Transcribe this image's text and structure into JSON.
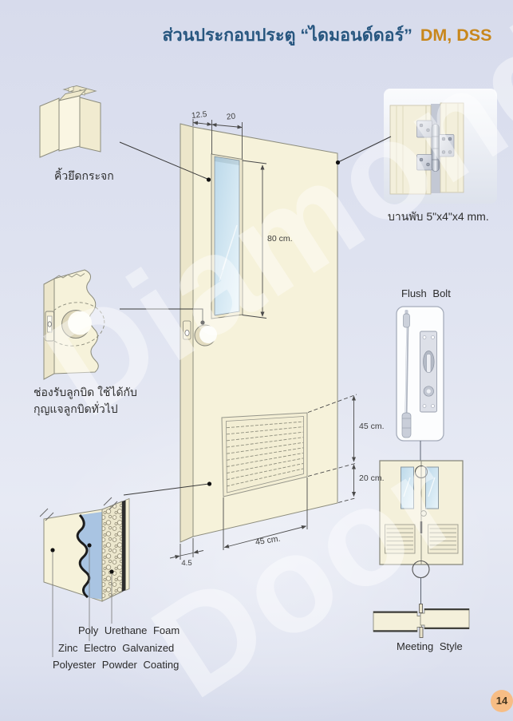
{
  "title": {
    "thai": "ส่วนประกอบประตู “ไดมอนด์ดอร์”",
    "models": "DM, DSS"
  },
  "watermark": {
    "line1": "Diamond",
    "line2": "Door"
  },
  "callouts": {
    "glass_bead": {
      "label": "คิ้วยึดกระจก"
    },
    "knob_hole": {
      "label_line1": "ช่องรับลูกบิด ใช้ได้กับ",
      "label_line2": "กุญแจลูกบิดทั่วไป"
    },
    "hinge": {
      "label": "บานพับ 5\"x4\"x4 mm."
    },
    "flush_bolt": {
      "label": "Flush Bolt"
    },
    "meeting_style": {
      "label": "Meeting Style"
    },
    "layers": [
      "Poly Urethane Foam",
      "Zinc Electro Galvanized",
      "Polyester Powder Coating"
    ]
  },
  "dimensions": {
    "edge_to_window": "12.5",
    "window_width": "20",
    "window_height": "80 cm.",
    "louver_height": "45 cm.",
    "louver_bottom_gap": "20 cm.",
    "louver_width": "45 cm.",
    "door_thickness": "4.5"
  },
  "page": {
    "number": "14"
  },
  "colors": {
    "title_blue": "#27567f",
    "title_orange": "#c8871c",
    "door_cream": "#f6f2da",
    "glass_blue": "#cfe4f0",
    "foam_blue": "#a9c4e2",
    "page_bg": "#dee2f0",
    "watermark": "rgba(255,255,255,0.42)",
    "page_badge": "#f7bd85"
  }
}
